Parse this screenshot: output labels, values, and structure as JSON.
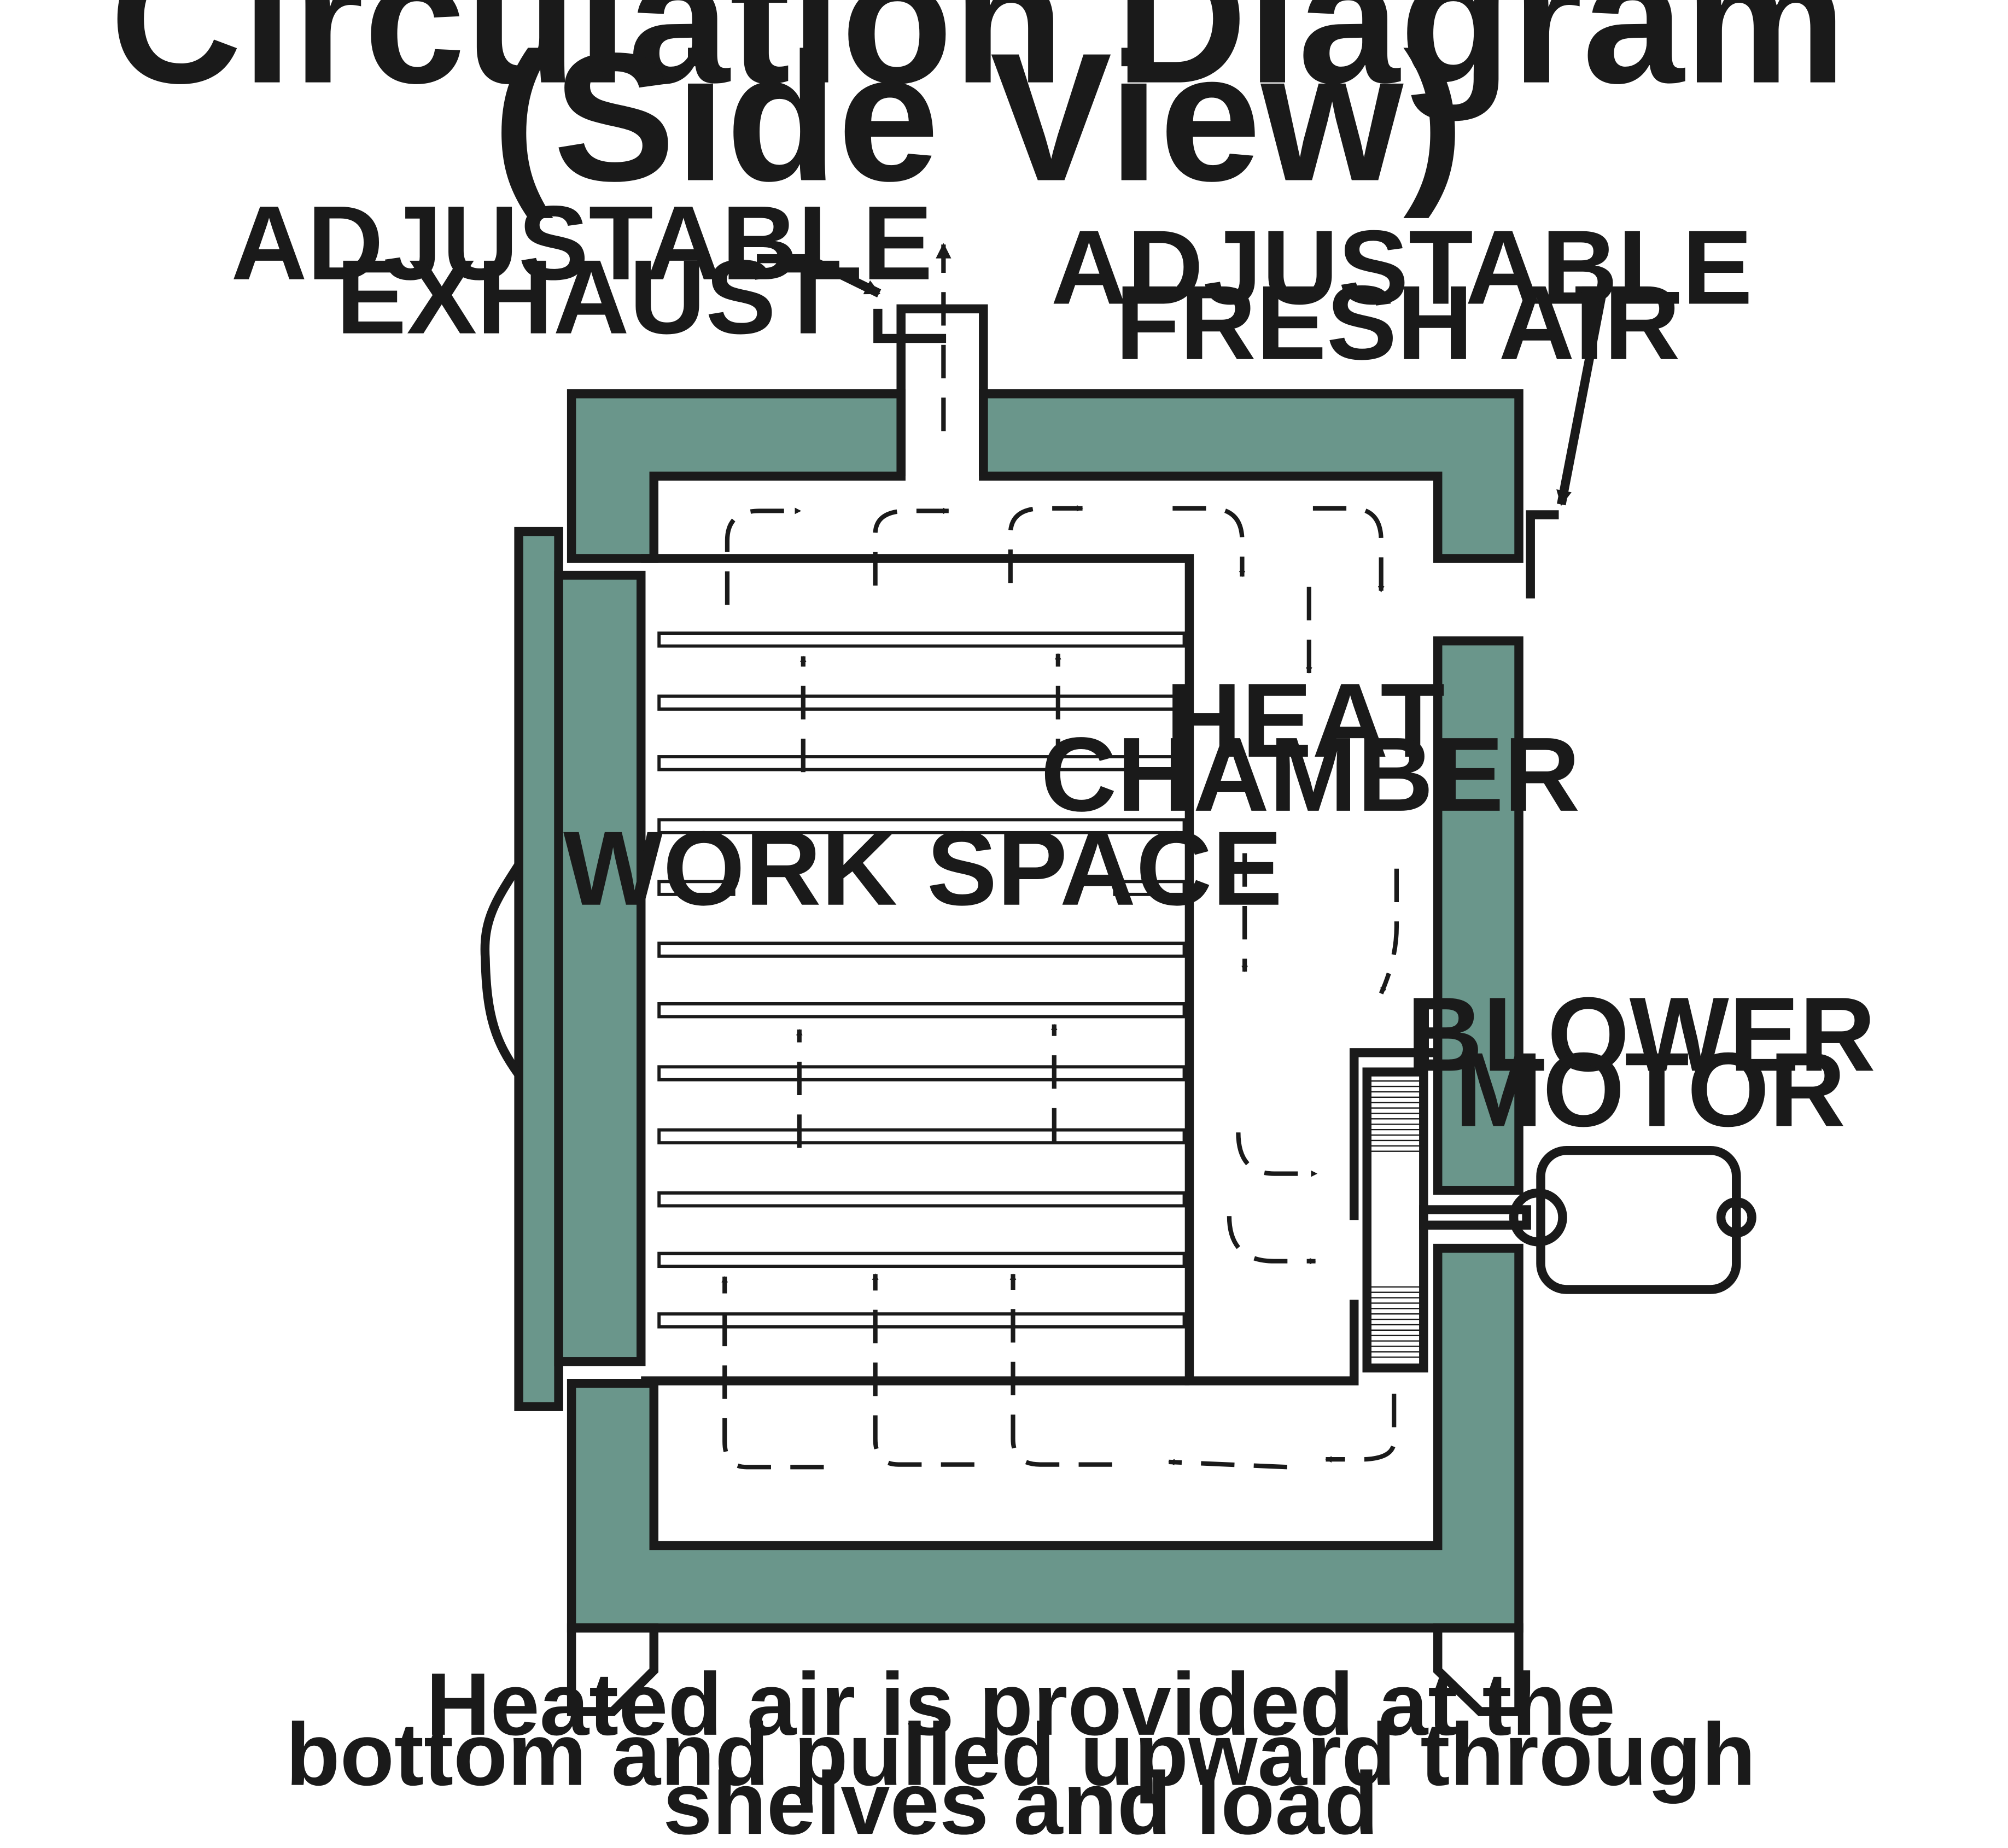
{
  "title": {
    "line1": "Circulation Diagram",
    "line2": "(Side View)"
  },
  "labels": {
    "exhaust": [
      "ADJUSTABLE",
      "EXHAUST"
    ],
    "fresh_air": [
      "ADJUSTABLE",
      "FRESH AIR"
    ],
    "heat_chamber": [
      "HEAT",
      "CHAMBER"
    ],
    "work_space": "WORK SPACE",
    "blower_motor": [
      "BLOWER",
      "MOTOR"
    ]
  },
  "caption": [
    "Heated air is provided at the",
    "bottom and pulled upward through",
    "shelves and load"
  ],
  "colors": {
    "insulation": "#6a968b",
    "outline": "#1a1a1a",
    "background": "#ffffff"
  },
  "shelf_count": 12
}
